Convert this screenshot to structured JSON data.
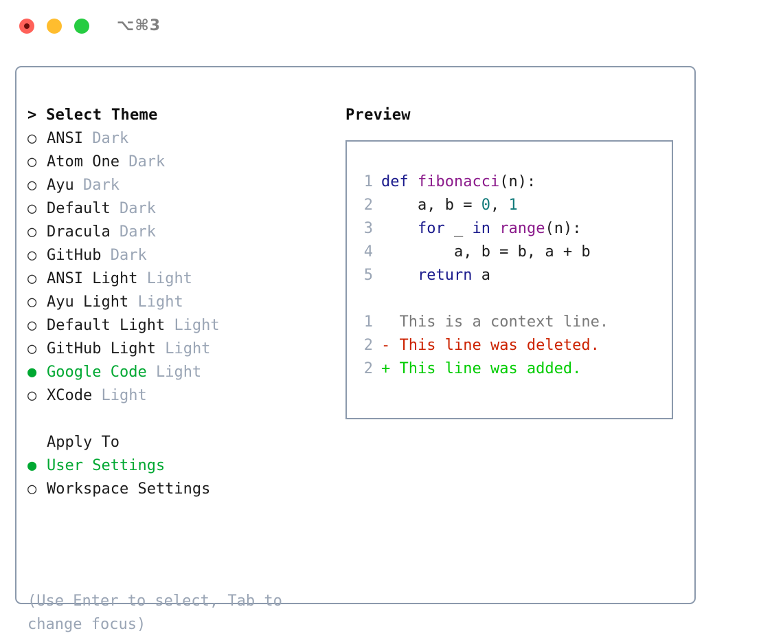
{
  "window": {
    "title": "⌥⌘3",
    "traffic_lights": [
      {
        "name": "close",
        "color": "#ff6159"
      },
      {
        "name": "minimize",
        "color": "#ffbd2e"
      },
      {
        "name": "maximize",
        "color": "#26cc41"
      }
    ]
  },
  "theme_panel": {
    "header": "> Select Theme",
    "items": [
      {
        "bullet": "○",
        "label": "ANSI",
        "variant": "Dark",
        "selected": false
      },
      {
        "bullet": "○",
        "label": "Atom One",
        "variant": "Dark",
        "selected": false
      },
      {
        "bullet": "○",
        "label": "Ayu",
        "variant": "Dark",
        "selected": false
      },
      {
        "bullet": "○",
        "label": "Default",
        "variant": "Dark",
        "selected": false
      },
      {
        "bullet": "○",
        "label": "Dracula",
        "variant": "Dark",
        "selected": false
      },
      {
        "bullet": "○",
        "label": "GitHub",
        "variant": "Dark",
        "selected": false
      },
      {
        "bullet": "○",
        "label": "ANSI Light",
        "variant": "Light",
        "selected": false
      },
      {
        "bullet": "○",
        "label": "Ayu Light",
        "variant": "Light",
        "selected": false
      },
      {
        "bullet": "○",
        "label": "Default Light",
        "variant": "Light",
        "selected": false
      },
      {
        "bullet": "○",
        "label": "GitHub Light",
        "variant": "Light",
        "selected": false
      },
      {
        "bullet": "●",
        "label": "Google Code",
        "variant": "Light",
        "selected": true
      },
      {
        "bullet": "○",
        "label": "XCode",
        "variant": "Light",
        "selected": false
      }
    ]
  },
  "apply_to": {
    "header": "Apply To",
    "options": [
      {
        "bullet": "●",
        "label": "User Settings",
        "selected": true
      },
      {
        "bullet": "○",
        "label": "Workspace Settings",
        "selected": false
      }
    ]
  },
  "hint": "(Use Enter to select, Tab to change focus)",
  "preview": {
    "header": "Preview",
    "code_lines": [
      {
        "no": "1",
        "tokens": [
          {
            "t": "def ",
            "c": "kw"
          },
          {
            "t": "fibonacci",
            "c": "fn"
          },
          {
            "t": "(n):",
            "c": "txt"
          }
        ]
      },
      {
        "no": "2",
        "tokens": [
          {
            "t": "    a, b = ",
            "c": "txt"
          },
          {
            "t": "0",
            "c": "num"
          },
          {
            "t": ", ",
            "c": "txt"
          },
          {
            "t": "1",
            "c": "num"
          }
        ]
      },
      {
        "no": "3",
        "tokens": [
          {
            "t": "    ",
            "c": "txt"
          },
          {
            "t": "for",
            "c": "kw"
          },
          {
            "t": " _ ",
            "c": "txt"
          },
          {
            "t": "in",
            "c": "kw"
          },
          {
            "t": " ",
            "c": "txt"
          },
          {
            "t": "range",
            "c": "fn"
          },
          {
            "t": "(n):",
            "c": "txt"
          }
        ]
      },
      {
        "no": "4",
        "tokens": [
          {
            "t": "        a, b = b, a + b",
            "c": "txt"
          }
        ]
      },
      {
        "no": "5",
        "tokens": [
          {
            "t": "    ",
            "c": "txt"
          },
          {
            "t": "return",
            "c": "kw"
          },
          {
            "t": " a",
            "c": "txt"
          }
        ]
      }
    ],
    "diff_lines": [
      {
        "no": "1",
        "marker": "  ",
        "text": "This is a context line.",
        "kind": "ctx"
      },
      {
        "no": "2",
        "marker": "- ",
        "text": "This line was deleted.",
        "kind": "del"
      },
      {
        "no": "2",
        "marker": "+ ",
        "text": "This line was added.",
        "kind": "add"
      }
    ]
  },
  "colors": {
    "border": "#8b99ac",
    "muted": "#9aa5b5",
    "accent_green": "#00A832",
    "diff_add": "#00cc00",
    "diff_del": "#cc2200",
    "syntax_keyword": "#1a1a8c",
    "syntax_function": "#8b1a8b",
    "syntax_number": "#117a7a"
  }
}
